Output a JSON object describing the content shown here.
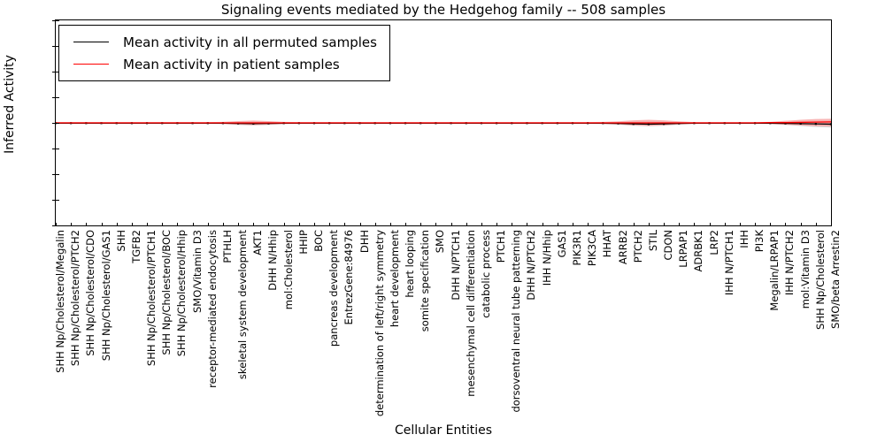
{
  "chart_data": {
    "type": "line",
    "title": "Signaling events mediated by the Hedgehog family -- 508 samples",
    "xlabel": "Cellular Entities",
    "ylabel": "Inferred Activity",
    "ylim": [
      -4,
      4
    ],
    "yticks": [
      -4,
      -3,
      -2,
      -1,
      0,
      1,
      2,
      3,
      4
    ],
    "grid": false,
    "legend_position": "upper left",
    "n_samples": 508,
    "categories": [
      "SHH Np/Cholesterol/Megalin",
      "SHH Np/Cholesterol/PTCH2",
      "SHH Np/Cholesterol/CDO",
      "SHH Np/Cholesterol/GAS1",
      "SHH",
      "TGFB2",
      "SHH Np/Cholesterol/PTCH1",
      "SHH Np/Cholesterol/BOC",
      "SHH Np/Cholesterol/Hhip",
      "SMO/Vitamin D3",
      "receptor-mediated endocytosis",
      "PTHLH",
      "skeletal system development",
      "AKT1",
      "DHH N/Hhip",
      "mol:Cholesterol",
      "HHIP",
      "BOC",
      "pancreas development",
      "EntrezGene:84976",
      "DHH",
      "determination of left/right symmetry",
      "heart development",
      "heart looping",
      "somite specification",
      "SMO",
      "DHH N/PTCH1",
      "mesenchymal cell differentiation",
      "catabolic process",
      "PTCH1",
      "dorsoventral neural tube patterning",
      "DHH N/PTCH2",
      "IHH N/Hhip",
      "GAS1",
      "PIK3R1",
      "PIK3CA",
      "HHAT",
      "ARRB2",
      "PTCH2",
      "STIL",
      "CDON",
      "LRPAP1",
      "ADRBK1",
      "LRP2",
      "IHH N/PTCH1",
      "IHH",
      "PI3K",
      "Megalin/LRPAP1",
      "IHH N/PTCH2",
      "mol:Vitamin D3",
      "SHH Np/Cholesterol",
      "SMO/beta Arrestin2"
    ],
    "series": [
      {
        "name": "Mean activity in all permuted samples",
        "color": "#000000",
        "values": [
          -0.01,
          -0.01,
          -0.01,
          -0.01,
          -0.01,
          -0.01,
          -0.01,
          -0.01,
          -0.01,
          -0.01,
          -0.01,
          -0.01,
          -0.02,
          -0.03,
          -0.02,
          -0.01,
          -0.01,
          -0.01,
          -0.01,
          -0.01,
          -0.01,
          -0.01,
          -0.01,
          -0.01,
          -0.01,
          -0.01,
          -0.01,
          -0.01,
          -0.01,
          -0.01,
          -0.01,
          -0.01,
          -0.01,
          -0.01,
          -0.01,
          -0.01,
          -0.01,
          -0.02,
          -0.04,
          -0.05,
          -0.04,
          -0.02,
          -0.01,
          -0.01,
          -0.01,
          -0.01,
          -0.01,
          -0.01,
          -0.02,
          -0.03,
          -0.04,
          -0.05
        ],
        "band_color": "#c8c8c8",
        "band_lower": [
          -0.04,
          -0.04,
          -0.04,
          -0.04,
          -0.04,
          -0.04,
          -0.04,
          -0.04,
          -0.04,
          -0.04,
          -0.04,
          -0.05,
          -0.08,
          -0.1,
          -0.08,
          -0.05,
          -0.04,
          -0.04,
          -0.04,
          -0.04,
          -0.04,
          -0.04,
          -0.04,
          -0.04,
          -0.04,
          -0.04,
          -0.04,
          -0.04,
          -0.04,
          -0.04,
          -0.04,
          -0.04,
          -0.04,
          -0.04,
          -0.04,
          -0.04,
          -0.05,
          -0.07,
          -0.11,
          -0.13,
          -0.11,
          -0.07,
          -0.04,
          -0.04,
          -0.04,
          -0.04,
          -0.04,
          -0.05,
          -0.08,
          -0.12,
          -0.16,
          -0.18
        ],
        "band_upper": [
          0.02,
          0.02,
          0.02,
          0.02,
          0.02,
          0.02,
          0.02,
          0.02,
          0.02,
          0.02,
          0.02,
          0.03,
          0.05,
          0.06,
          0.05,
          0.03,
          0.02,
          0.02,
          0.02,
          0.02,
          0.02,
          0.02,
          0.02,
          0.02,
          0.02,
          0.02,
          0.02,
          0.02,
          0.02,
          0.02,
          0.02,
          0.02,
          0.02,
          0.02,
          0.02,
          0.02,
          0.02,
          0.03,
          0.05,
          0.06,
          0.05,
          0.03,
          0.02,
          0.02,
          0.02,
          0.02,
          0.02,
          0.02,
          0.03,
          0.05,
          0.07,
          0.08
        ]
      },
      {
        "name": "Mean activity in patient samples",
        "color": "#ff0000",
        "values": [
          0.0,
          0.0,
          0.0,
          0.0,
          0.0,
          0.0,
          0.0,
          0.0,
          0.0,
          0.0,
          0.0,
          0.0,
          0.0,
          0.0,
          0.0,
          0.0,
          0.0,
          0.0,
          0.0,
          0.0,
          0.0,
          0.0,
          0.0,
          0.0,
          0.0,
          0.0,
          0.0,
          0.0,
          0.0,
          0.0,
          0.0,
          0.0,
          0.0,
          0.0,
          0.0,
          0.0,
          0.0,
          0.0,
          0.0,
          0.0,
          0.0,
          0.0,
          0.0,
          0.0,
          0.0,
          0.0,
          0.0,
          0.01,
          0.01,
          0.02,
          0.03,
          0.04
        ],
        "band_color": "#f7a8a8",
        "band_lower": [
          -0.03,
          -0.03,
          -0.03,
          -0.03,
          -0.03,
          -0.03,
          -0.03,
          -0.03,
          -0.03,
          -0.03,
          -0.03,
          -0.04,
          -0.07,
          -0.09,
          -0.07,
          -0.04,
          -0.03,
          -0.03,
          -0.03,
          -0.03,
          -0.03,
          -0.03,
          -0.03,
          -0.03,
          -0.03,
          -0.03,
          -0.03,
          -0.03,
          -0.03,
          -0.03,
          -0.03,
          -0.03,
          -0.03,
          -0.03,
          -0.03,
          -0.03,
          -0.04,
          -0.06,
          -0.1,
          -0.12,
          -0.1,
          -0.06,
          -0.03,
          -0.03,
          -0.03,
          -0.03,
          -0.03,
          -0.04,
          -0.07,
          -0.1,
          -0.13,
          -0.14
        ],
        "band_upper": [
          0.03,
          0.03,
          0.03,
          0.03,
          0.03,
          0.03,
          0.03,
          0.03,
          0.03,
          0.03,
          0.03,
          0.04,
          0.07,
          0.09,
          0.07,
          0.04,
          0.03,
          0.03,
          0.03,
          0.03,
          0.03,
          0.03,
          0.03,
          0.03,
          0.03,
          0.03,
          0.03,
          0.03,
          0.03,
          0.03,
          0.03,
          0.03,
          0.03,
          0.03,
          0.03,
          0.03,
          0.04,
          0.06,
          0.1,
          0.12,
          0.1,
          0.06,
          0.03,
          0.03,
          0.03,
          0.03,
          0.03,
          0.04,
          0.08,
          0.12,
          0.15,
          0.16
        ]
      }
    ]
  },
  "legend": {
    "entries": [
      {
        "label": "Mean activity in all permuted samples",
        "color": "#000000"
      },
      {
        "label": "Mean activity in patient samples",
        "color": "#ff0000"
      }
    ]
  }
}
